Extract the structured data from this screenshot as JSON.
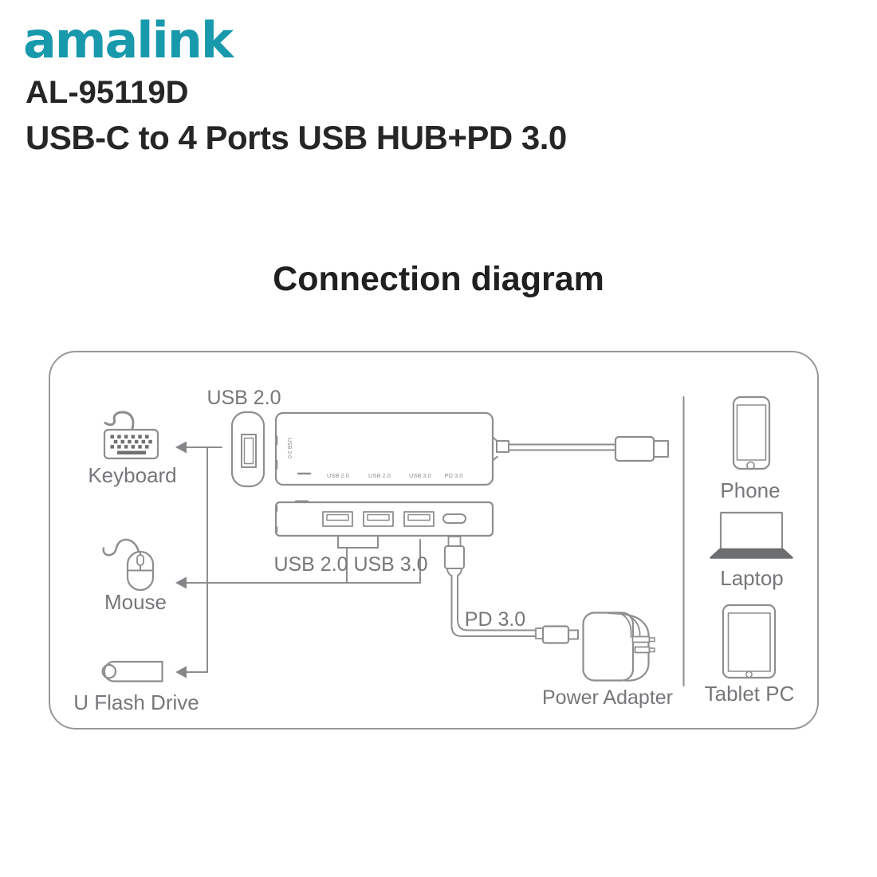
{
  "brand": {
    "name": "amalink"
  },
  "product": {
    "model": "AL-95119D",
    "title": "USB-C to 4 Ports USB HUB+PD 3.0"
  },
  "heading": "Connection diagram",
  "labels": {
    "side_port": "USB 2.0",
    "front_usb2": "USB 2.0",
    "front_usb3": "USB 3.0",
    "pd": "PD 3.0",
    "power_adapter": "Power Adapter"
  },
  "hub": {
    "side_text": "USB 2.0",
    "top_port_labels": [
      "USB 2.0",
      "USB 2.0",
      "USB 3.0",
      "PD 3.0"
    ]
  },
  "left_devices": [
    {
      "label": "Keyboard",
      "icon": "keyboard-icon"
    },
    {
      "label": "Mouse",
      "icon": "mouse-icon"
    },
    {
      "label": "U Flash Drive",
      "icon": "usb-flash-drive-icon"
    }
  ],
  "right_devices": [
    {
      "label": "Phone",
      "icon": "phone-icon"
    },
    {
      "label": "Laptop",
      "icon": "laptop-icon"
    },
    {
      "label": "Tablet PC",
      "icon": "tablet-icon"
    }
  ],
  "colors": {
    "accent": "#1899ac",
    "heading_text": "#202020",
    "line": "#8e8e8e",
    "label_text": "#76777a",
    "laptop_base": "#6d6e70"
  }
}
